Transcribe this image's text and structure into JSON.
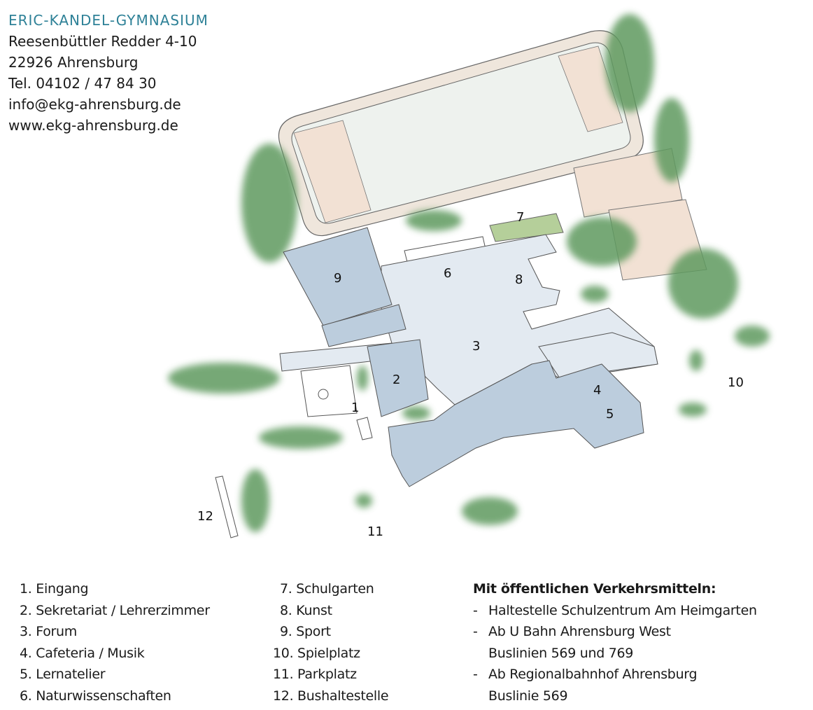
{
  "header": {
    "school_name": "ERIC-KANDEL-GYMNASIUM",
    "street": "Reesenbüttler Redder 4-10",
    "city": "22926 Ahrensburg",
    "phone": "Tel. 04102 / 47 84 30",
    "email": "info@ekg-ahrensburg.de",
    "website": "www.ekg-ahrensburg.de"
  },
  "map": {
    "labels": [
      "1",
      "2",
      "3",
      "4",
      "5",
      "6",
      "7",
      "8",
      "9",
      "10",
      "11",
      "12"
    ],
    "colors": {
      "building_blue": "#bccddd",
      "building_light": "#e3eaf1",
      "field_tan": "#f2e1d4",
      "garden_green": "#b5cf9a",
      "tree_green": "#5f9a5e",
      "title_teal": "#2e8197"
    }
  },
  "legend": {
    "col1": [
      "1. Eingang",
      "2. Sekretariat / Lehrerzimmer",
      "3. Forum",
      "4. Cafeteria / Musik",
      "5. Lernatelier",
      "6. Naturwissenschaften"
    ],
    "col2": [
      "7. Schulgarten",
      "8. Kunst",
      "9. Sport",
      "10. Spielplatz",
      "11. Parkplatz",
      "12. Bushaltestelle"
    ]
  },
  "transport": {
    "heading": "Mit öffentlichen Verkehrsmitteln:",
    "lines": [
      {
        "dash": "-",
        "text": "Haltestelle Schulzentrum Am Heimgarten"
      },
      {
        "dash": "-",
        "text": "Ab U Bahn Ahrensburg West"
      },
      {
        "dash": "",
        "text": "Buslinien 569 und 769"
      },
      {
        "dash": "-",
        "text": "Ab Regionalbahnhof Ahrensburg"
      },
      {
        "dash": "",
        "text": "Buslinie 569"
      }
    ]
  }
}
